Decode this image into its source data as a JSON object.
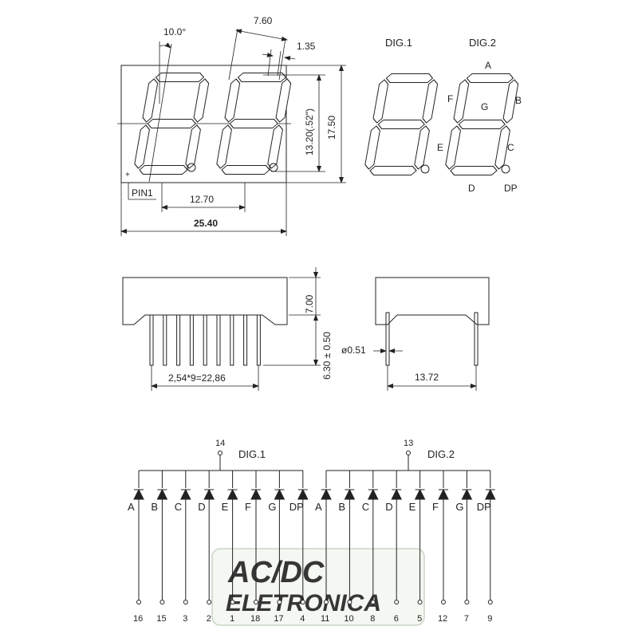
{
  "front_view": {
    "angle": "10.0°",
    "digit_width": "7.60",
    "segment_width": "1.35",
    "digit_height": "13.20(.52\")",
    "body_height": "17.50",
    "pin_spacing": "12.70",
    "body_width": "25.40",
    "pin1_label": "PIN1"
  },
  "segment_map": {
    "dig1_label": "DIG.1",
    "dig2_label": "DIG.2",
    "A": "A",
    "B": "B",
    "C": "C",
    "D": "D",
    "E": "E",
    "F": "F",
    "G": "G",
    "DP": "DP"
  },
  "side_view": {
    "body_depth": "7.00",
    "pin_length": "6.30 ± 0.50",
    "pin_pitch": "2,54*9=22,86",
    "pin_diameter": "ø0.51",
    "row_spacing": "13.72"
  },
  "schematic": {
    "dig1": {
      "label": "DIG.1",
      "common_pin": "14"
    },
    "dig2": {
      "label": "DIG.2",
      "common_pin": "13"
    },
    "segments": [
      "A",
      "B",
      "C",
      "D",
      "E",
      "F",
      "G",
      "DP",
      "A",
      "B",
      "C",
      "D",
      "E",
      "F",
      "G",
      "DP"
    ],
    "pins": [
      "16",
      "15",
      "3",
      "2",
      "1",
      "18",
      "17",
      "4",
      "11",
      "10",
      "8",
      "6",
      "5",
      "12",
      "7",
      "9"
    ]
  },
  "watermark": {
    "line1": "AC/DC",
    "line2": "ELETRONICA"
  }
}
